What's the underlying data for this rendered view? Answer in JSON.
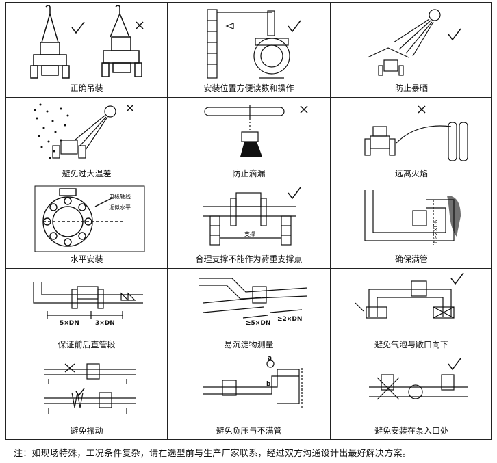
{
  "captions": [
    "正确吊装",
    "安装位置方便读数和操作",
    "防止暴晒",
    "避免过大温差",
    "防止滴漏",
    "远离火焰",
    "水平安装",
    "合理支撑不能作为荷重支撑点",
    "确保满管",
    "保证前后直管段",
    "易沉淀物测量",
    "避免气泡与敞口向下",
    "避免振动",
    "避免负压与不满管",
    "避免安装在泵入口处"
  ],
  "labels": {
    "electrode_axis": "电极轴线",
    "approx_horizontal": "近似水平",
    "support": "支撑",
    "h_dn": "h≥2×DN",
    "five_dn": "5×DN",
    "three_dn": "3×DN",
    "ge5dn": "≥5×DN",
    "ge2dn": "≥2×DN",
    "a": "a",
    "b": "b"
  },
  "note": "注：如现场特殊，工况条件复杂，请在选型前与生产厂家联系，经过双方沟通设计出最好解决方案。"
}
